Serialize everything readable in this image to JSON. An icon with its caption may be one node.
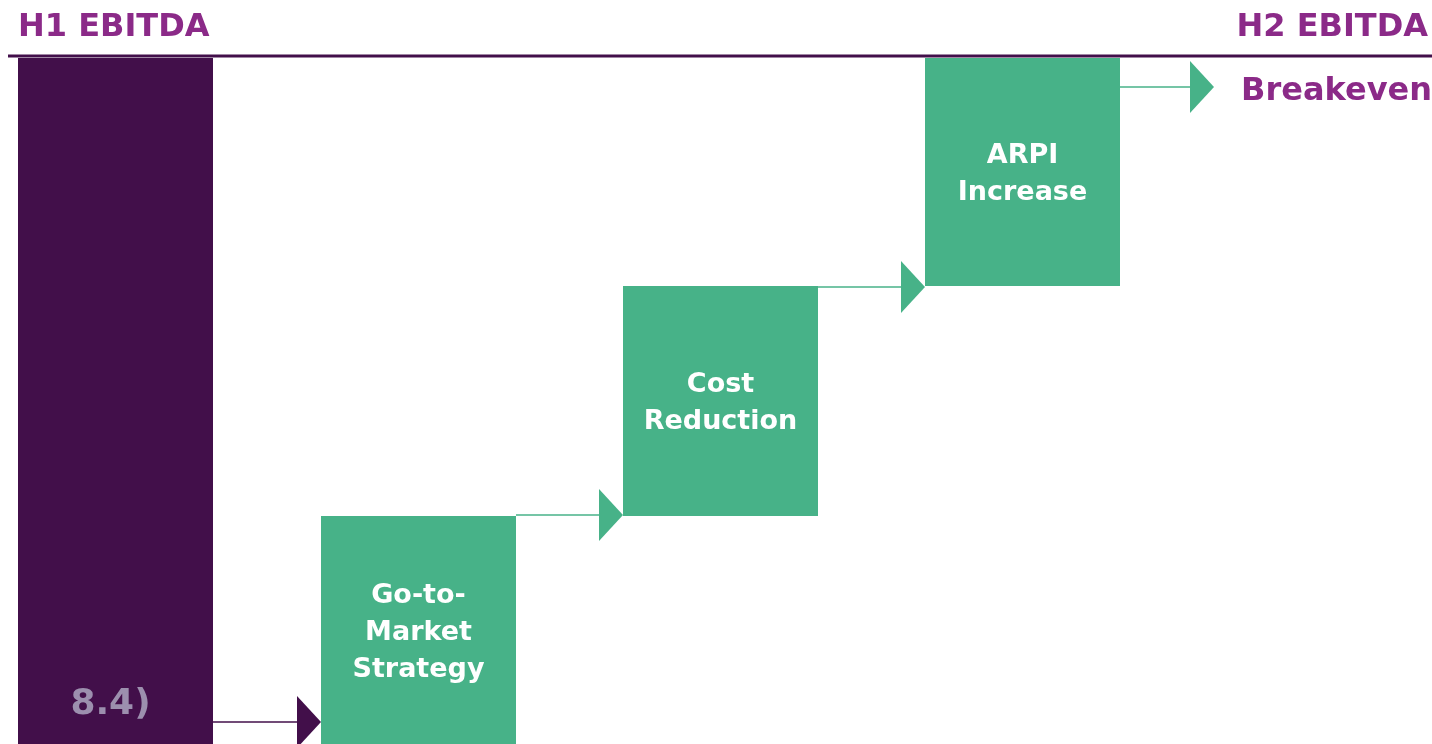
{
  "diagram": {
    "nodes": [
      {
        "text": [
          "8.4)"
        ]
      },
      {
        "text": [
          "Go-to-Market Strategy"
        ]
      },
      {
        "text": [
          "Cost Reduction"
        ]
      },
      {
        "text": [
          "ARPI Increase"
        ]
      },
      {
        "text": [
          "Breakeven"
        ]
      }
    ],
    "edges": [
      {
        "from": 0,
        "to": 1,
        "arrow": "to",
        "color": "#420f4a"
      },
      {
        "from": 1,
        "to": 2,
        "arrow": "to"
      },
      {
        "from": 2,
        "to": 3,
        "arrow": "to"
      },
      {
        "from": 3,
        "to": 4,
        "arrow": "to"
      }
    ],
    "labels": [
      "H1 EBITDA",
      "H2 EBITDA"
    ]
  }
}
